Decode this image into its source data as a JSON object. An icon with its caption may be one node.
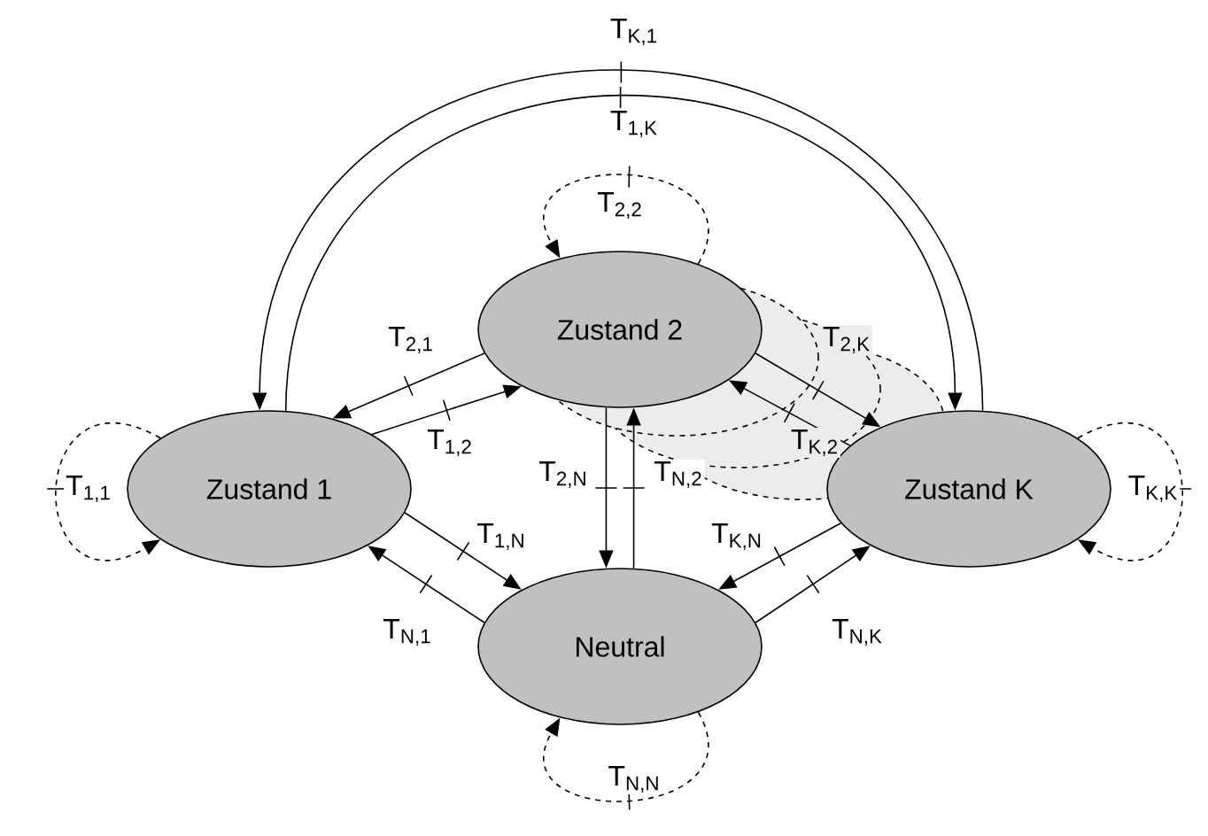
{
  "diagram": {
    "nodes": [
      {
        "text": [
          "Zustand 2"
        ]
      },
      {
        "text": [
          "Zustand 1"
        ]
      },
      {
        "text": [
          "Zustand K"
        ]
      },
      {
        "text": [
          "Neutral"
        ]
      }
    ],
    "edges": [
      {
        "from": 2,
        "to": 1,
        "arrow": "to",
        "label": "T$_{K,1}$"
      },
      {
        "from": 1,
        "to": 2,
        "arrow": "to",
        "label": "T$_{1,K}$"
      },
      {
        "from": 0,
        "to": 0,
        "arrow": "to",
        "label": "T$_{2,2}$",
        "style": "dashed"
      },
      {
        "from": 0,
        "to": 1,
        "arrow": "to",
        "label": "T$_{2,1}$"
      },
      {
        "from": 1,
        "to": 0,
        "arrow": "to",
        "label": "T$_{1,2}$"
      },
      {
        "from": 0,
        "to": 2,
        "arrow": "to",
        "label": "T$_{2,K}$"
      },
      {
        "from": 2,
        "to": 0,
        "arrow": "to",
        "label": "T$_{K,2}$"
      },
      {
        "from": 1,
        "to": 1,
        "arrow": "to",
        "label": "T$_{1,1}$",
        "style": "dashed"
      },
      {
        "from": 0,
        "to": 3,
        "arrow": "to",
        "label": "T$_{2,N}$"
      },
      {
        "from": 3,
        "to": 0,
        "arrow": "to",
        "label": "T$_{N,2}$"
      },
      {
        "from": 2,
        "to": 2,
        "arrow": "to",
        "label": "T$_{K,K}$",
        "style": "dashed"
      },
      {
        "from": 1,
        "to": 3,
        "arrow": "to",
        "label": "T$_{1,N}$"
      },
      {
        "from": 2,
        "to": 3,
        "arrow": "to",
        "label": "T$_{K,N}$"
      },
      {
        "from": 3,
        "to": 1,
        "arrow": "to",
        "label": "T$_{N,1}$"
      },
      {
        "from": 3,
        "to": 2,
        "arrow": "to",
        "label": "T$_{N,K}$"
      },
      {
        "from": 3,
        "to": 3,
        "arrow": "to",
        "label": "T$_{N,N}$",
        "style": "dashed"
      }
    ]
  }
}
